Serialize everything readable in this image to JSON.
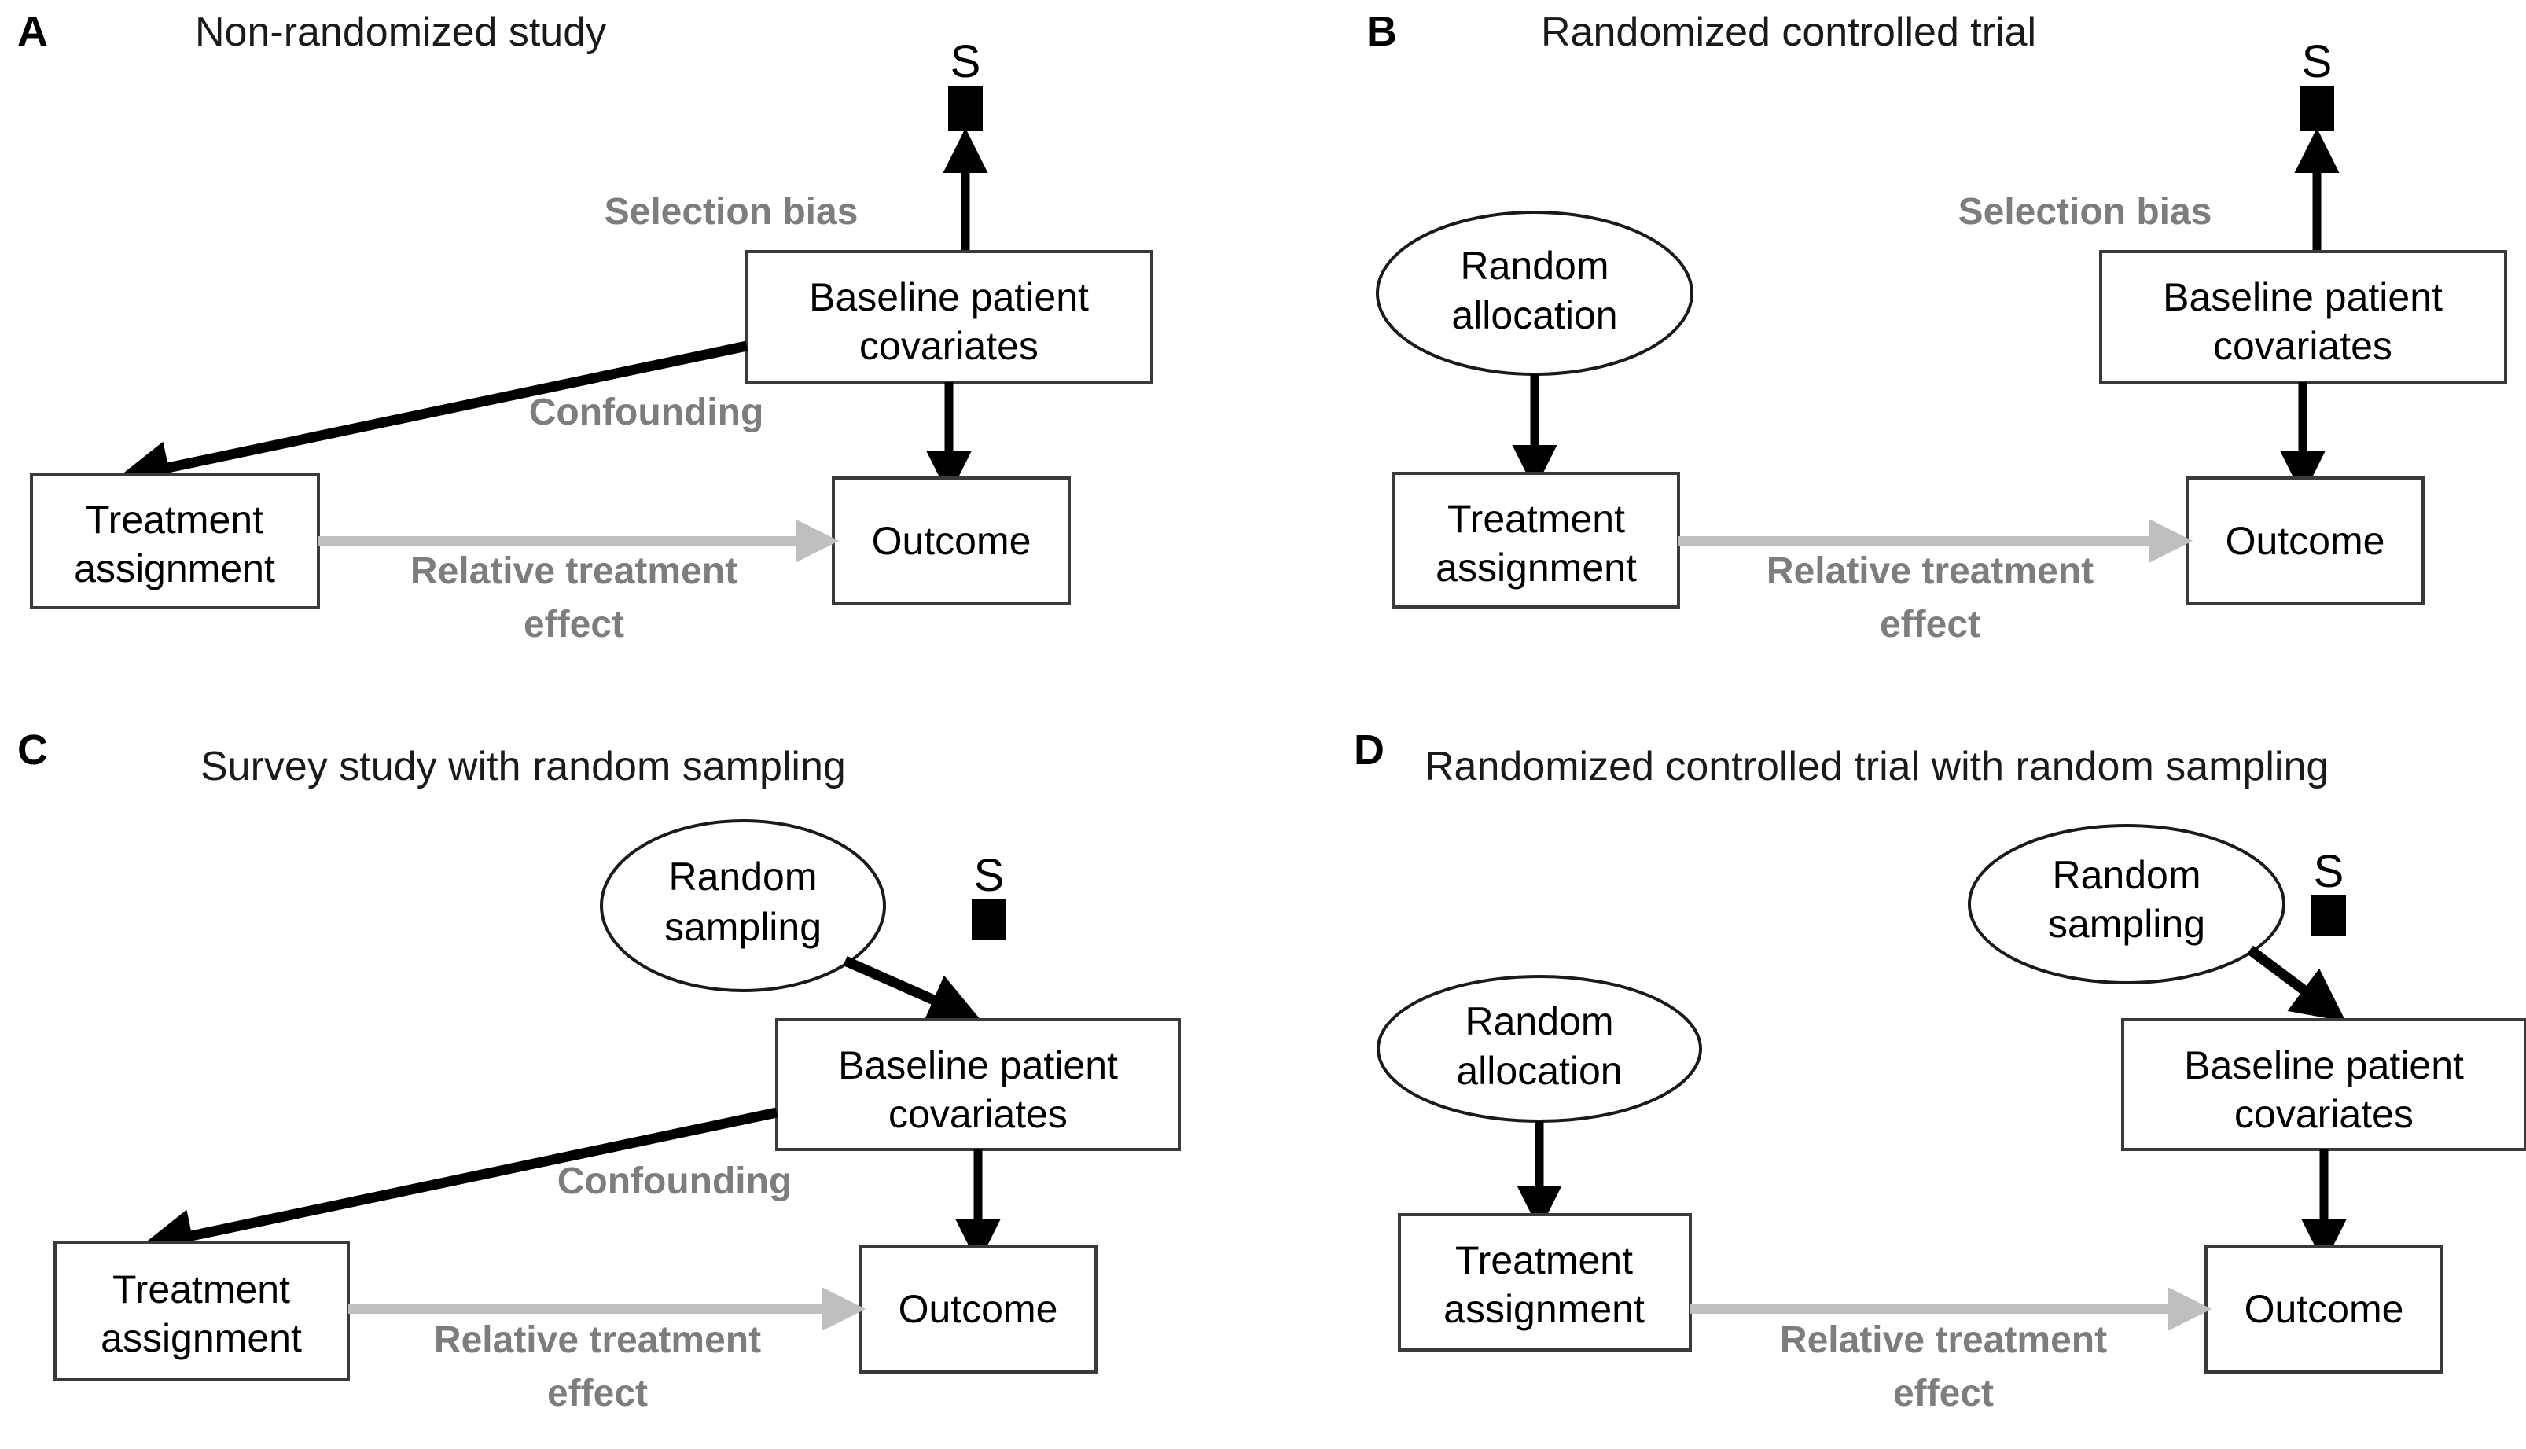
{
  "figure": {
    "background_color": "#ffffff",
    "edge_label_color": "#7d7d7d",
    "gray_arrow_color": "#bfbfbf",
    "black_arrow_color": "#000000",
    "node_stroke_color": "#3a3a3a"
  },
  "labels": {
    "selection_marker": "S"
  },
  "panels": [
    {
      "letter": "A",
      "title": "Non-randomized study",
      "nodes": {
        "baseline": "Baseline patient\ncovariates",
        "baseline_line1": "Baseline patient",
        "baseline_line2": "covariates",
        "treatment_line1": "Treatment",
        "treatment_line2": "assignment",
        "outcome": "Outcome"
      },
      "edges": {
        "selection_bias": "Selection bias",
        "confounding": "Confounding",
        "relative_effect_line1": "Relative treatment",
        "relative_effect_line2": "effect"
      },
      "has_random_allocation": false,
      "has_random_sampling": false,
      "has_selection_bias_arrow": true
    },
    {
      "letter": "B",
      "title": "Randomized controlled trial",
      "nodes": {
        "random_allocation_line1": "Random",
        "random_allocation_line2": "allocation",
        "baseline_line1": "Baseline patient",
        "baseline_line2": "covariates",
        "treatment_line1": "Treatment",
        "treatment_line2": "assignment",
        "outcome": "Outcome"
      },
      "edges": {
        "selection_bias": "Selection bias",
        "relative_effect_line1": "Relative treatment",
        "relative_effect_line2": "effect"
      },
      "has_random_allocation": true,
      "has_random_sampling": false,
      "has_selection_bias_arrow": true
    },
    {
      "letter": "C",
      "title": "Survey study with random sampling",
      "nodes": {
        "random_sampling_line1": "Random",
        "random_sampling_line2": "sampling",
        "baseline_line1": "Baseline patient",
        "baseline_line2": "covariates",
        "treatment_line1": "Treatment",
        "treatment_line2": "assignment",
        "outcome": "Outcome"
      },
      "edges": {
        "confounding": "Confounding",
        "relative_effect_line1": "Relative treatment",
        "relative_effect_line2": "effect"
      },
      "has_random_allocation": false,
      "has_random_sampling": true,
      "has_selection_bias_arrow": false
    },
    {
      "letter": "D",
      "title": "Randomized controlled trial with random sampling",
      "nodes": {
        "random_allocation_line1": "Random",
        "random_allocation_line2": "allocation",
        "random_sampling_line1": "Random",
        "random_sampling_line2": "sampling",
        "baseline_line1": "Baseline patient",
        "baseline_line2": "covariates",
        "treatment_line1": "Treatment",
        "treatment_line2": "assignment",
        "outcome": "Outcome"
      },
      "edges": {
        "relative_effect_line1": "Relative treatment",
        "relative_effect_line2": "effect"
      },
      "has_random_allocation": true,
      "has_random_sampling": true,
      "has_selection_bias_arrow": false
    }
  ]
}
